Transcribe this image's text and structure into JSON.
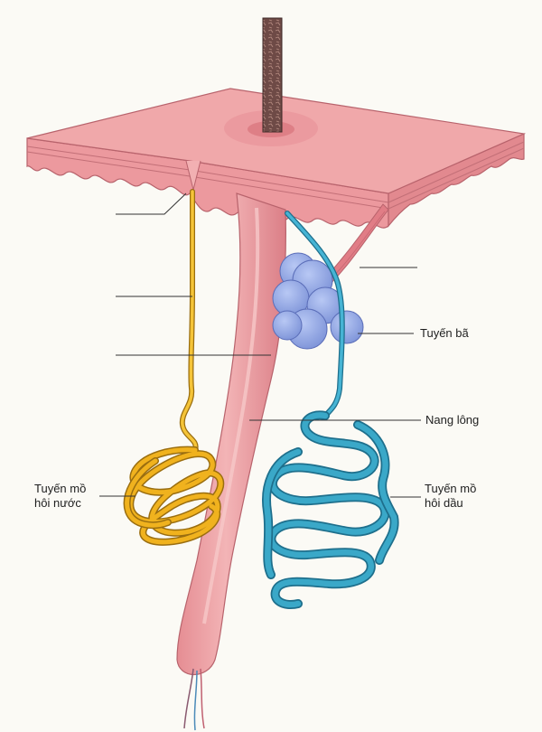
{
  "labels": {
    "sebaceous_gland": "Tuyến bã",
    "hair_follicle": "Nang lông",
    "eccrine_gland": "Tuyến mồ\nhôi nước",
    "apocrine_gland": "Tuyến mồ\nhôi dầu"
  },
  "colors": {
    "background": "#fbfaf5",
    "skin": "#ee9ea2",
    "skin_dark": "#c9747c",
    "hair_shaft": "#6e4a46",
    "sebaceous": "#8fa6e6",
    "eccrine": "#f0b21e",
    "apocrine": "#3aa8c8",
    "leader_line": "#333333"
  }
}
